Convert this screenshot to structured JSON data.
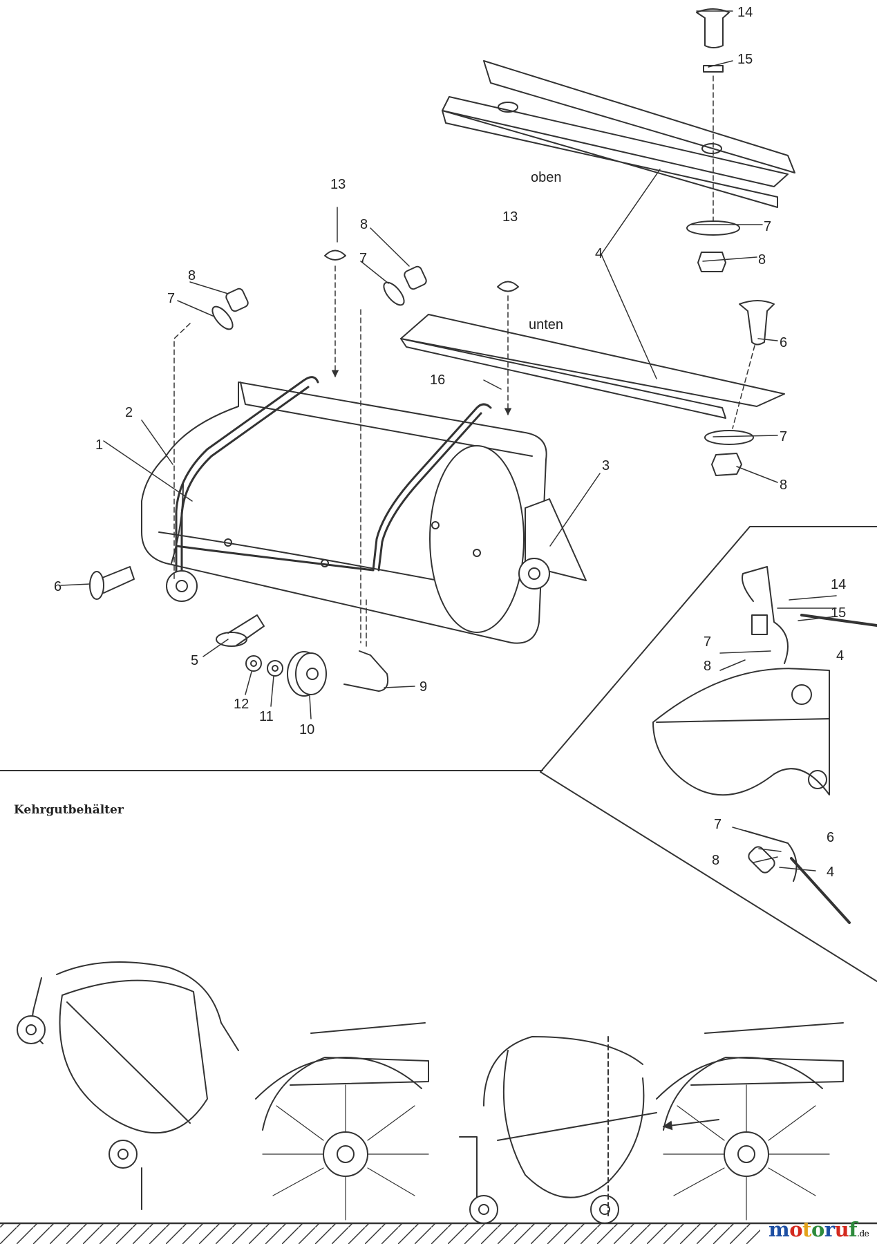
{
  "section_title": "Kehrgutbehälter",
  "labels": {
    "oben": "oben",
    "unten": "unten"
  },
  "callouts": {
    "c1": "1",
    "c2": "2",
    "c3": "3",
    "c4_main": "4",
    "c5": "5",
    "c6_left": "6",
    "c6_right": "6",
    "c7_left": "7",
    "c7_mid": "7",
    "c7_top": "7",
    "c7_bottom": "7",
    "c8_left": "8",
    "c8_mid": "8",
    "c8_top": "8",
    "c8_bottom": "8",
    "c9": "9",
    "c10": "10",
    "c11": "11",
    "c12": "12",
    "c13_left": "13",
    "c13_right": "13",
    "c14_top": "14",
    "c15_top": "15",
    "c16": "16",
    "d14": "14",
    "d15": "15",
    "d7a": "7",
    "d4a": "4",
    "d8a": "8",
    "d7b": "7",
    "d6b": "6",
    "d8b": "8",
    "d4b": "4"
  },
  "watermark": {
    "text": "motoruf",
    "suffix": ".de",
    "colors": [
      "#1d4fa3",
      "#d42a1f",
      "#e3a21a",
      "#2e8b3c",
      "#1d4fa3",
      "#d42a1f",
      "#2e8b3c"
    ]
  },
  "colors": {
    "line": "#333333",
    "background": "#ffffff"
  }
}
